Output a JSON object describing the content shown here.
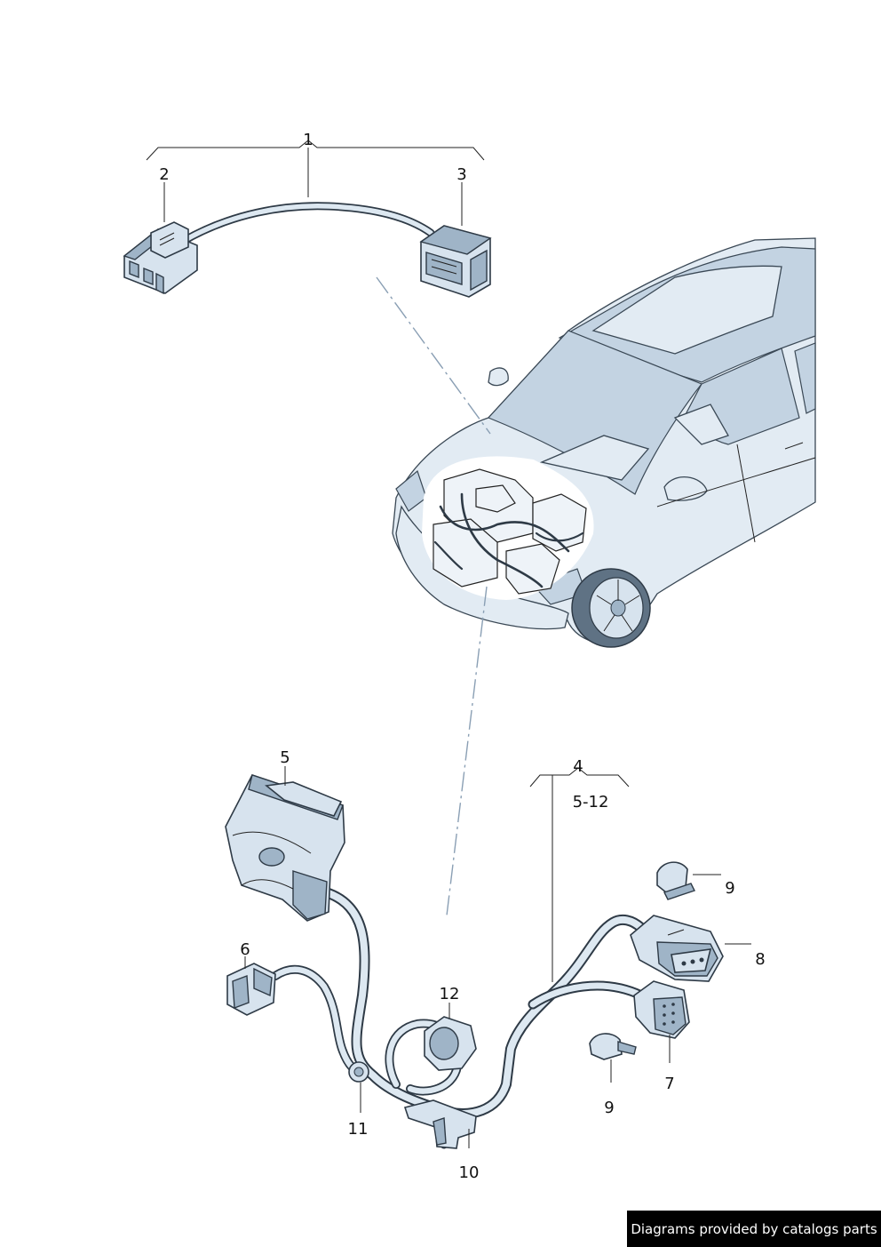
{
  "callouts": {
    "c1": "1",
    "c2": "2",
    "c3": "3",
    "c4": "4",
    "c4_range": "5-12",
    "c5": "5",
    "c6": "6",
    "c7": "7",
    "c8": "8",
    "c9a": "9",
    "c9b": "9",
    "c10": "10",
    "c11": "11",
    "c12": "12"
  },
  "banner": {
    "text": "Diagrams provided by catalogs parts",
    "background": "#000000",
    "color": "#ffffff"
  },
  "colors": {
    "line": "#2e3a46",
    "part_fill": "#d7e3ee",
    "leader_dash": "#8a9fb4"
  }
}
